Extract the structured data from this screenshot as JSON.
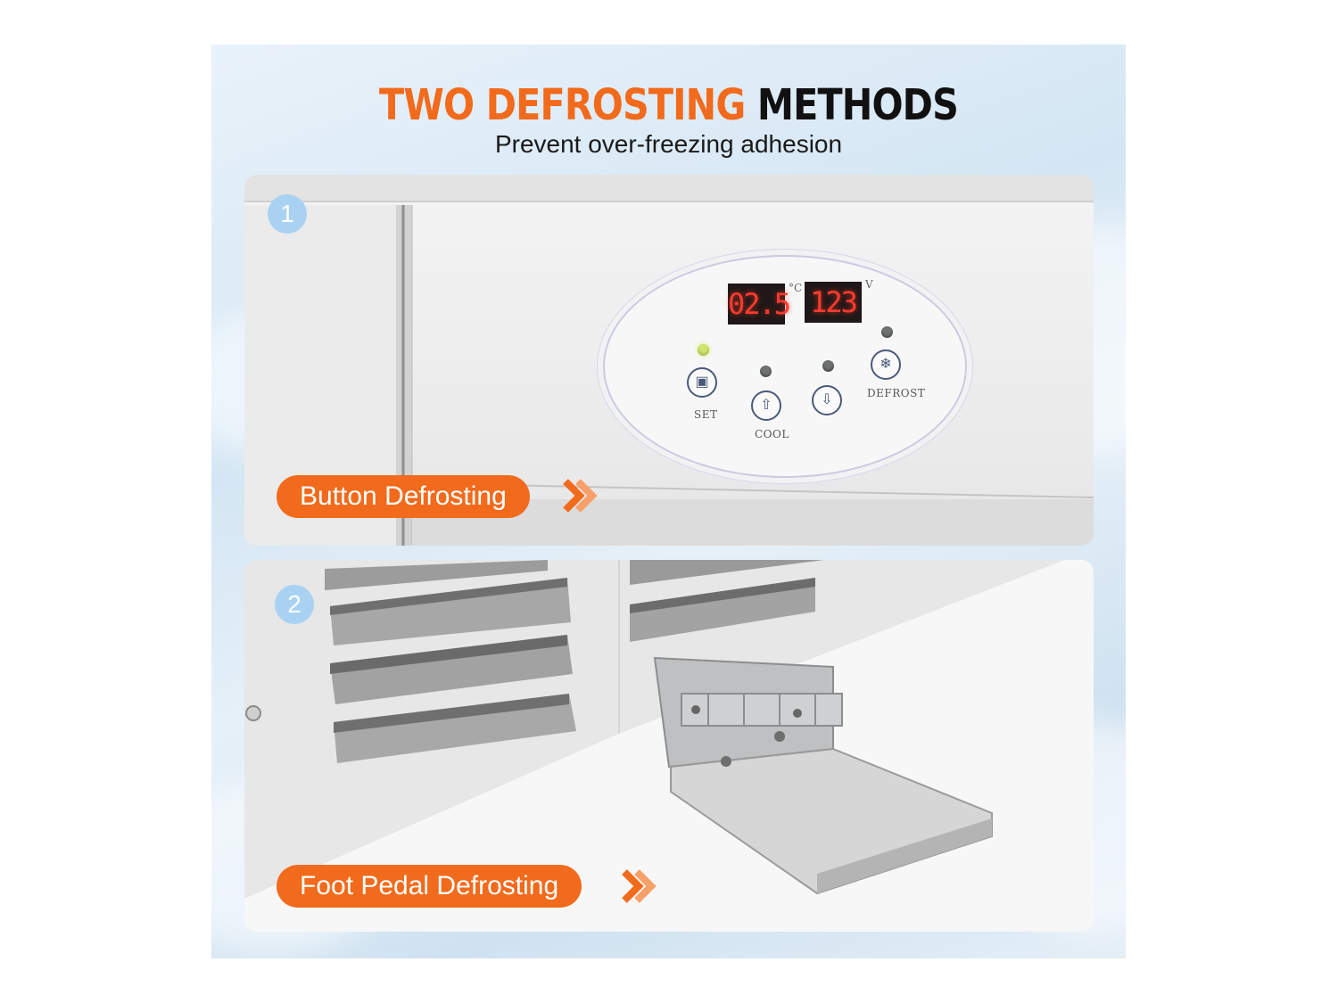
{
  "headline": {
    "orange": "TWO DEFROSTING",
    "black": "METHODS"
  },
  "subheadline": "Prevent over-freezing adhesion",
  "method1": {
    "number": "1",
    "label": "Button Defrosting",
    "display_temp": "02.5",
    "display_temp_unit": "°C",
    "display_volt": "123",
    "display_volt_unit": "V",
    "buttons": {
      "set": "SET",
      "cool": "COOL",
      "defrost": "DEFROST"
    }
  },
  "method2": {
    "number": "2",
    "label": "Foot Pedal Defrosting"
  },
  "colors": {
    "accent": "#f26a1b",
    "badge": "#a9d2f2",
    "headline_dark": "#111111"
  },
  "icons": [
    "chevron-right-icon",
    "set-icon",
    "arrow-up-icon",
    "arrow-down-icon",
    "defrost-icon"
  ]
}
